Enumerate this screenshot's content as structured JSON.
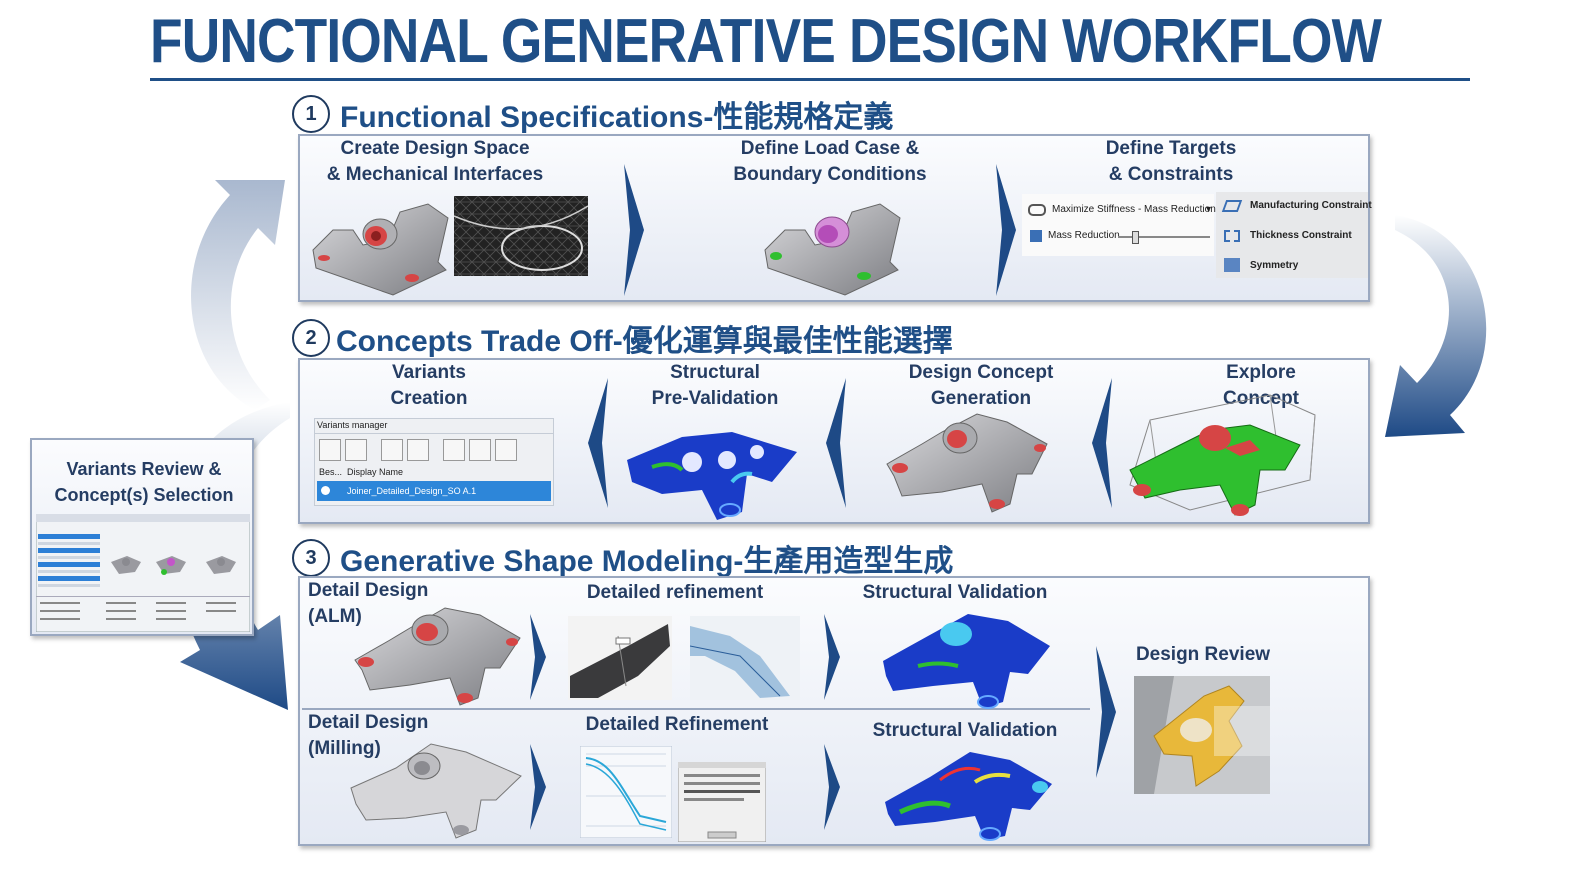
{
  "title": "FUNCTIONAL GENERATIVE DESIGN WORKFLOW",
  "sections": [
    {
      "number": "1",
      "title": "Functional Specifications-性能規格定義"
    },
    {
      "number": "2",
      "title": "Concepts Trade Off-優化運算與最佳性能選擇"
    },
    {
      "number": "3",
      "title": "Generative Shape Modeling-生產用造型生成"
    }
  ],
  "section1": {
    "create_design_space": "Create Design Space",
    "mechanical_interfaces": "& Mechanical Interfaces",
    "define_load_case": "Define Load Case &",
    "boundary_conditions": "Boundary Conditions",
    "define_targets": "Define Targets",
    "constraints": "& Constraints",
    "targets_panel": {
      "objective": "Maximize Stiffness - Mass Reduction",
      "mass_reduction": "Mass Reduction",
      "manufacturing_constraint": "Manufacturing Constraint",
      "thickness_constraint": "Thickness Constraint",
      "symmetry": "Symmetry"
    }
  },
  "section2": {
    "variants": "Variants",
    "creation": "Creation",
    "structural": "Structural",
    "pre_validation": "Pre-Validation",
    "design_concept": "Design Concept",
    "generation": "Generation",
    "explore": "Explore",
    "concept": "Concept",
    "variants_manager": {
      "title": "Variants manager",
      "col1": "Bes...",
      "col2": "Display Name",
      "row": "Joiner_Detailed_Design_SO A.1"
    }
  },
  "section3": {
    "detail_design_alm": "Detail Design",
    "alm": "(ALM)",
    "detailed_refinement_1": "Detailed refinement",
    "structural_validation_1": "Structural Validation",
    "design_review": "Design Review",
    "detail_design_milling": "Detail Design",
    "milling": "(Milling)",
    "detailed_refinement_2": "Detailed Refinement",
    "structural_validation_2": "Structural Validation"
  },
  "side_panel": {
    "line1": "Variants Review &",
    "line2": "Concept(s) Selection"
  },
  "colors": {
    "title_blue": "#1f4f87",
    "label_blue": "#253d63",
    "arrow_blue": "#1e4a86",
    "arrow_light": "#c9d3e2",
    "fea_blue": "#1a3cc8",
    "fea_green": "#2fbf2f",
    "part_red": "#c73a3a",
    "part_grey": "#a9aaae"
  }
}
